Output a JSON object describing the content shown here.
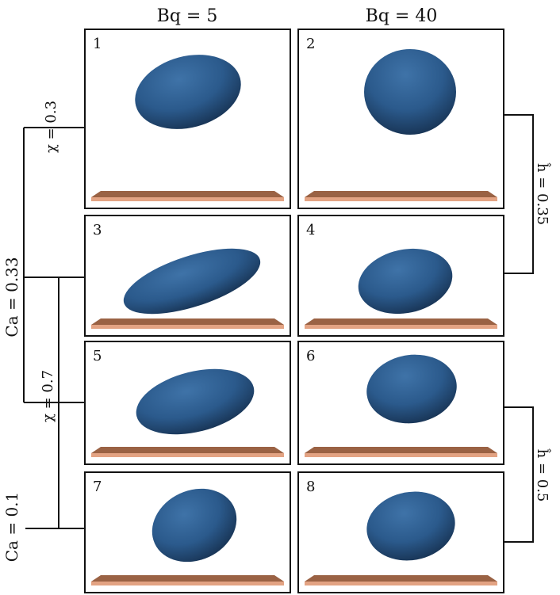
{
  "columns": [
    "Bq = 5",
    "Bq = 40"
  ],
  "ca_labels": {
    "upper": "Ca = 0.33",
    "lower": "Ca = 0.1"
  },
  "chi_labels": {
    "upper": "χ = 0.3",
    "lower": "χ = 0.7"
  },
  "h_labels": {
    "upper": "ĥ = 0.35",
    "lower": "ĥ = 0.5"
  },
  "panels": [
    {
      "number": "1",
      "shape": "ellipse-tilted"
    },
    {
      "number": "2",
      "shape": "round"
    },
    {
      "number": "3",
      "shape": "elongated-near-wall"
    },
    {
      "number": "4",
      "shape": "teardrop-near-wall"
    },
    {
      "number": "5",
      "shape": "ellipse-tilted"
    },
    {
      "number": "6",
      "shape": "round"
    },
    {
      "number": "7",
      "shape": "ellipse-tilted-vertical"
    },
    {
      "number": "8",
      "shape": "round"
    }
  ],
  "colors": {
    "droplet": "#2b5a8c",
    "droplet_dark": "#16304f",
    "wall_top": "#9a6244",
    "wall_front": "#e3a383",
    "frame": "#111111"
  }
}
